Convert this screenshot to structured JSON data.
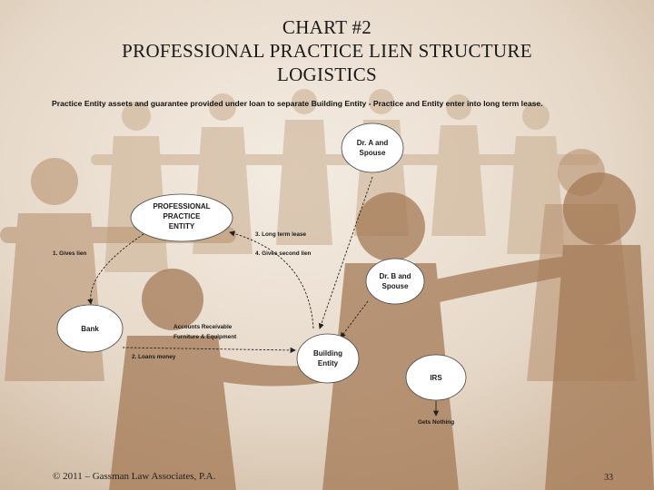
{
  "title": {
    "line1": "CHART #2",
    "line2": "PROFESSIONAL PRACTICE LIEN STRUCTURE",
    "line3": "LOGISTICS"
  },
  "subtitle": "Practice Entity assets and guarantee provided under loan to separate Building Entity - Practice and Entity enter into long term lease.",
  "nodes": {
    "professional_practice": [
      "PROFESSIONAL",
      "PRACTICE",
      "ENTITY"
    ],
    "dr_a": [
      "Dr. A and",
      "Spouse"
    ],
    "dr_b": [
      "Dr. B and",
      "Spouse"
    ],
    "bank": [
      "Bank"
    ],
    "building": [
      "Building",
      "Entity"
    ],
    "irs": [
      "IRS"
    ]
  },
  "edges": {
    "gives_lien": "1.  Gives lien",
    "loans_money": "2.  Loans money",
    "long_term_lease": "3.  Long term lease",
    "gives_second_lien": "4.  Gives second lien",
    "accounts_receivable": "Accounts Receivable",
    "furniture_equipment": "Furniture & Equipment",
    "gets_nothing": "Gets Nothing"
  },
  "footer": "© 2011 – Gassman Law Associates, P.A.",
  "page_number": "33"
}
